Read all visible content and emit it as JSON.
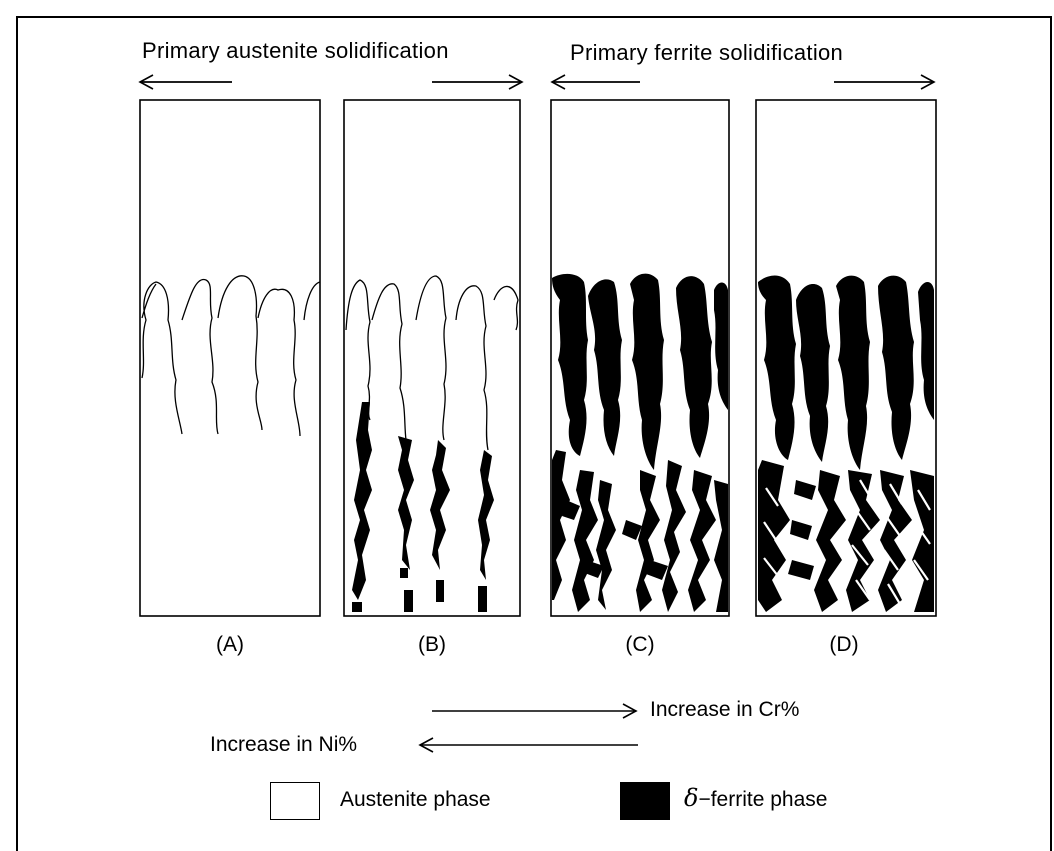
{
  "headers": {
    "austenite": "Primary austenite solidification",
    "ferrite": "Primary ferrite solidification"
  },
  "panels": [
    {
      "label": "(A)"
    },
    {
      "label": "(B)"
    },
    {
      "label": "(C)"
    },
    {
      "label": "(D)"
    }
  ],
  "trends": {
    "cr": "Increase in Cr%",
    "ni": "Increase in Ni%"
  },
  "legend": {
    "austenite": "Austenite phase",
    "delta_symbol": "δ",
    "ferrite": "−ferrite phase"
  },
  "colors": {
    "austenite": "#ffffff",
    "ferrite": "#000000"
  }
}
